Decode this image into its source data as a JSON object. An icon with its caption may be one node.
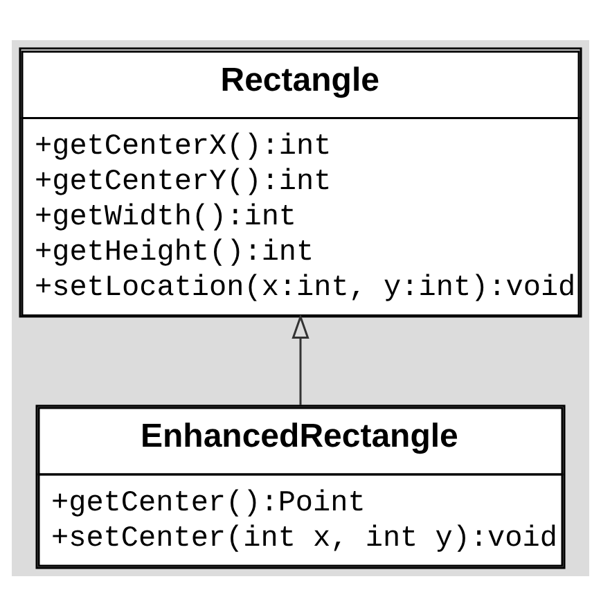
{
  "diagram": {
    "nodes": [
      {
        "text": [
          "Rectangle",
          "+getCenterX():int",
          "+getCenterY():int",
          "+getWidth():int",
          "+getHeight():int",
          "+setLocation(x:int, y:int):void"
        ]
      },
      {
        "text": [
          "EnhancedRectangle",
          "+getCenter():Point",
          "+setCenter(int x, int y):void"
        ]
      }
    ],
    "edges": [
      {
        "from": 1,
        "to": 0,
        "arrow": "to"
      }
    ]
  }
}
